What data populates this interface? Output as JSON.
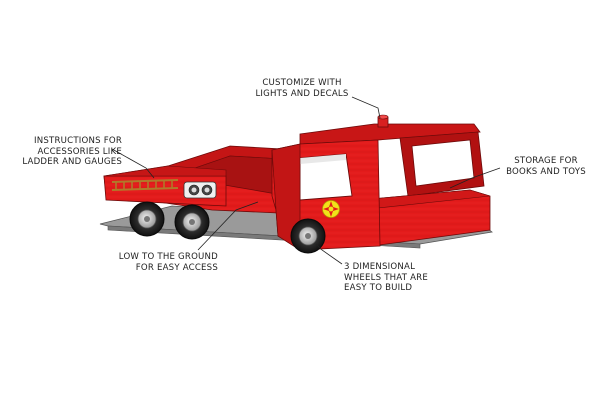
{
  "callouts": {
    "customize": {
      "line1": "CUSTOMIZE WITH",
      "line2": "LIGHTS AND DECALS"
    },
    "instructions": {
      "line1": "INSTRUCTIONS FOR",
      "line2": "ACCESSORIES LIKE",
      "line3": "LADDER AND GAUGES"
    },
    "storage": {
      "line1": "STORAGE FOR",
      "line2": "BOOKS AND TOYS"
    },
    "low": {
      "line1": "LOW TO THE GROUND",
      "line2": "FOR EASY ACCESS"
    },
    "wheels": {
      "line1": "3 DIMENSIONAL",
      "line2": "WHEELS THAT ARE",
      "line3": "EASY TO BUILD"
    }
  },
  "colors": {
    "body_red": "#e31b1b",
    "dark_red": "#b30f0f",
    "shadow_red": "#8e0c0c",
    "base_gray": "#8e8e8e",
    "ladder": "#b07a2a",
    "emblem": "#f2e21a"
  }
}
